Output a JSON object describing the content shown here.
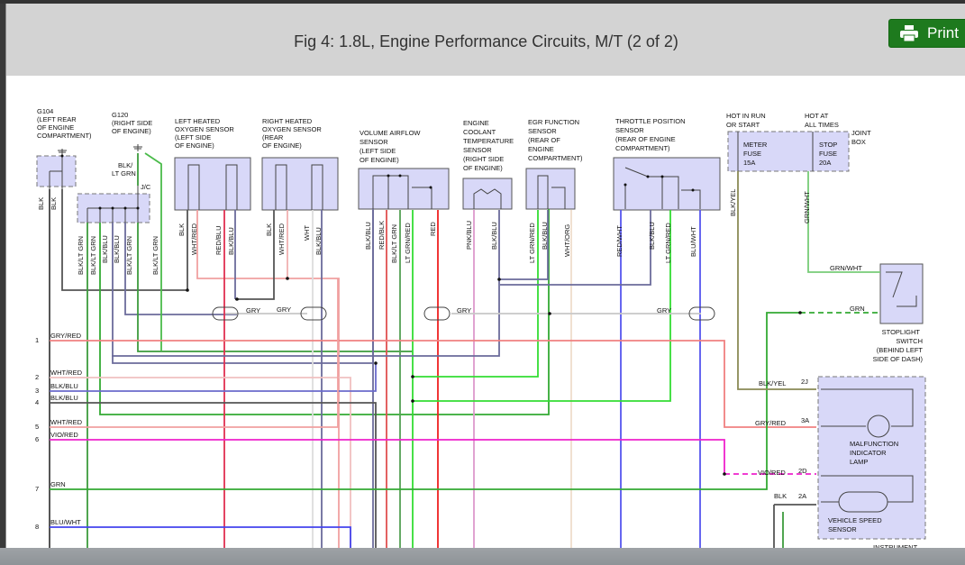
{
  "header": {
    "title": "Fig 4: 1.8L, Engine Performance Circuits, M/T (2 of 2)",
    "print_label": "Print",
    "print_icon": "printer-icon"
  },
  "components": {
    "g104": [
      "G104",
      "(LEFT REAR",
      "OF ENGINE",
      "COMPARTMENT)"
    ],
    "g120": [
      "G120",
      "(RIGHT SIDE",
      "OF ENGINE)"
    ],
    "left_o2": [
      "LEFT HEATED",
      "OXYGEN SENSOR",
      "(LEFT SIDE",
      "OF ENGINE)"
    ],
    "right_o2": [
      "RIGHT HEATED",
      "OXYGEN SENSOR",
      "(REAR",
      "OF ENGINE)"
    ],
    "vaf": [
      "VOLUME AIRFLOW",
      "SENSOR",
      "(LEFT SIDE",
      "OF ENGINE)"
    ],
    "ect": [
      "ENGINE",
      "COOLANT",
      "TEMPERATURE",
      "SENSOR",
      "(RIGHT SIDE",
      "OF ENGINE)"
    ],
    "egr": [
      "EGR FUNCTION",
      "SENSOR",
      "(REAR OF",
      "ENGINE",
      "COMPARTMENT)"
    ],
    "tps": [
      "THROTTLE POSITION",
      "SENSOR",
      "(REAR OF ENGINE",
      "COMPARTMENT)"
    ],
    "hot_run": [
      "HOT IN RUN",
      "OR START"
    ],
    "hot_all": [
      "HOT AT",
      "ALL TIMES"
    ],
    "joint_box": [
      "JOINT",
      "BOX"
    ],
    "meter_fuse": [
      "METER",
      "FUSE",
      "15A"
    ],
    "stop_fuse": [
      "STOP",
      "FUSE",
      "20A"
    ],
    "stoplight": [
      "STOPLIGHT",
      "SWITCH",
      "(BEHIND LEFT",
      "SIDE OF DASH)"
    ],
    "mil": [
      "MALFUNCTION",
      "INDICATOR",
      "LAMP"
    ],
    "vss": [
      "VEHICLE SPEED",
      "SENSOR"
    ],
    "instrument": "INSTRUMENT",
    "jc": "J/C",
    "blk_ltgrn": [
      "BLK/",
      "LT GRN"
    ]
  },
  "vertical_wire_labels": [
    "BLK",
    "BLK",
    "BLK/LT GRN",
    "BLK/LT GRN",
    "BLK/BLU",
    "BLK/BLU",
    "BLK/LT GRN",
    "BLK/LT GRN",
    "BLK",
    "WHT/RED",
    "RED/BLU",
    "BLK/BLU",
    "BLK",
    "WHT/RED",
    "WHT",
    "BLK/BLU",
    "BLK/BLU",
    "RED/BLK",
    "BLK/LT GRN",
    "LT GRN/RED",
    "RED",
    "PNK/BLU",
    "BLK/BLU",
    "LT GRN/RED",
    "BLK/BLU",
    "WHT/ORG",
    "RED/WHT",
    "BLK/BLU",
    "LT GRN/RED",
    "BLU/WHT",
    "BLK/YEL",
    "GRN/WHT"
  ],
  "connector_pins": [
    {
      "num": "1",
      "label": "GRY/RED"
    },
    {
      "num": "2",
      "label": "WHT/RED"
    },
    {
      "num": "3",
      "label": "BLK/BLU"
    },
    {
      "num": "4",
      "label": "BLK/BLU"
    },
    {
      "num": "5",
      "label": "WHT/RED"
    },
    {
      "num": "6",
      "label": "VIO/RED"
    },
    {
      "num": "7",
      "label": "GRN"
    },
    {
      "num": "8",
      "label": "BLU/WHT"
    }
  ],
  "shield_labels": [
    "GRY",
    "GRY",
    "GRY",
    "GRY"
  ],
  "right_wire_labels": {
    "grn_wht": "GRN/WHT",
    "grn": "GRN",
    "blk_yel": "BLK/YEL",
    "pin_2j": "2J",
    "gry_red": "GRY/RED",
    "pin_3a": "3A",
    "vio_red": "VIO/RED",
    "pin_2d": "2D",
    "blk": "BLK",
    "pin_2a": "2A"
  },
  "colors": {
    "accent_green": "#1e7a1e",
    "component_fill": "#d8d8f8",
    "header_bg": "#d3d3d3"
  }
}
